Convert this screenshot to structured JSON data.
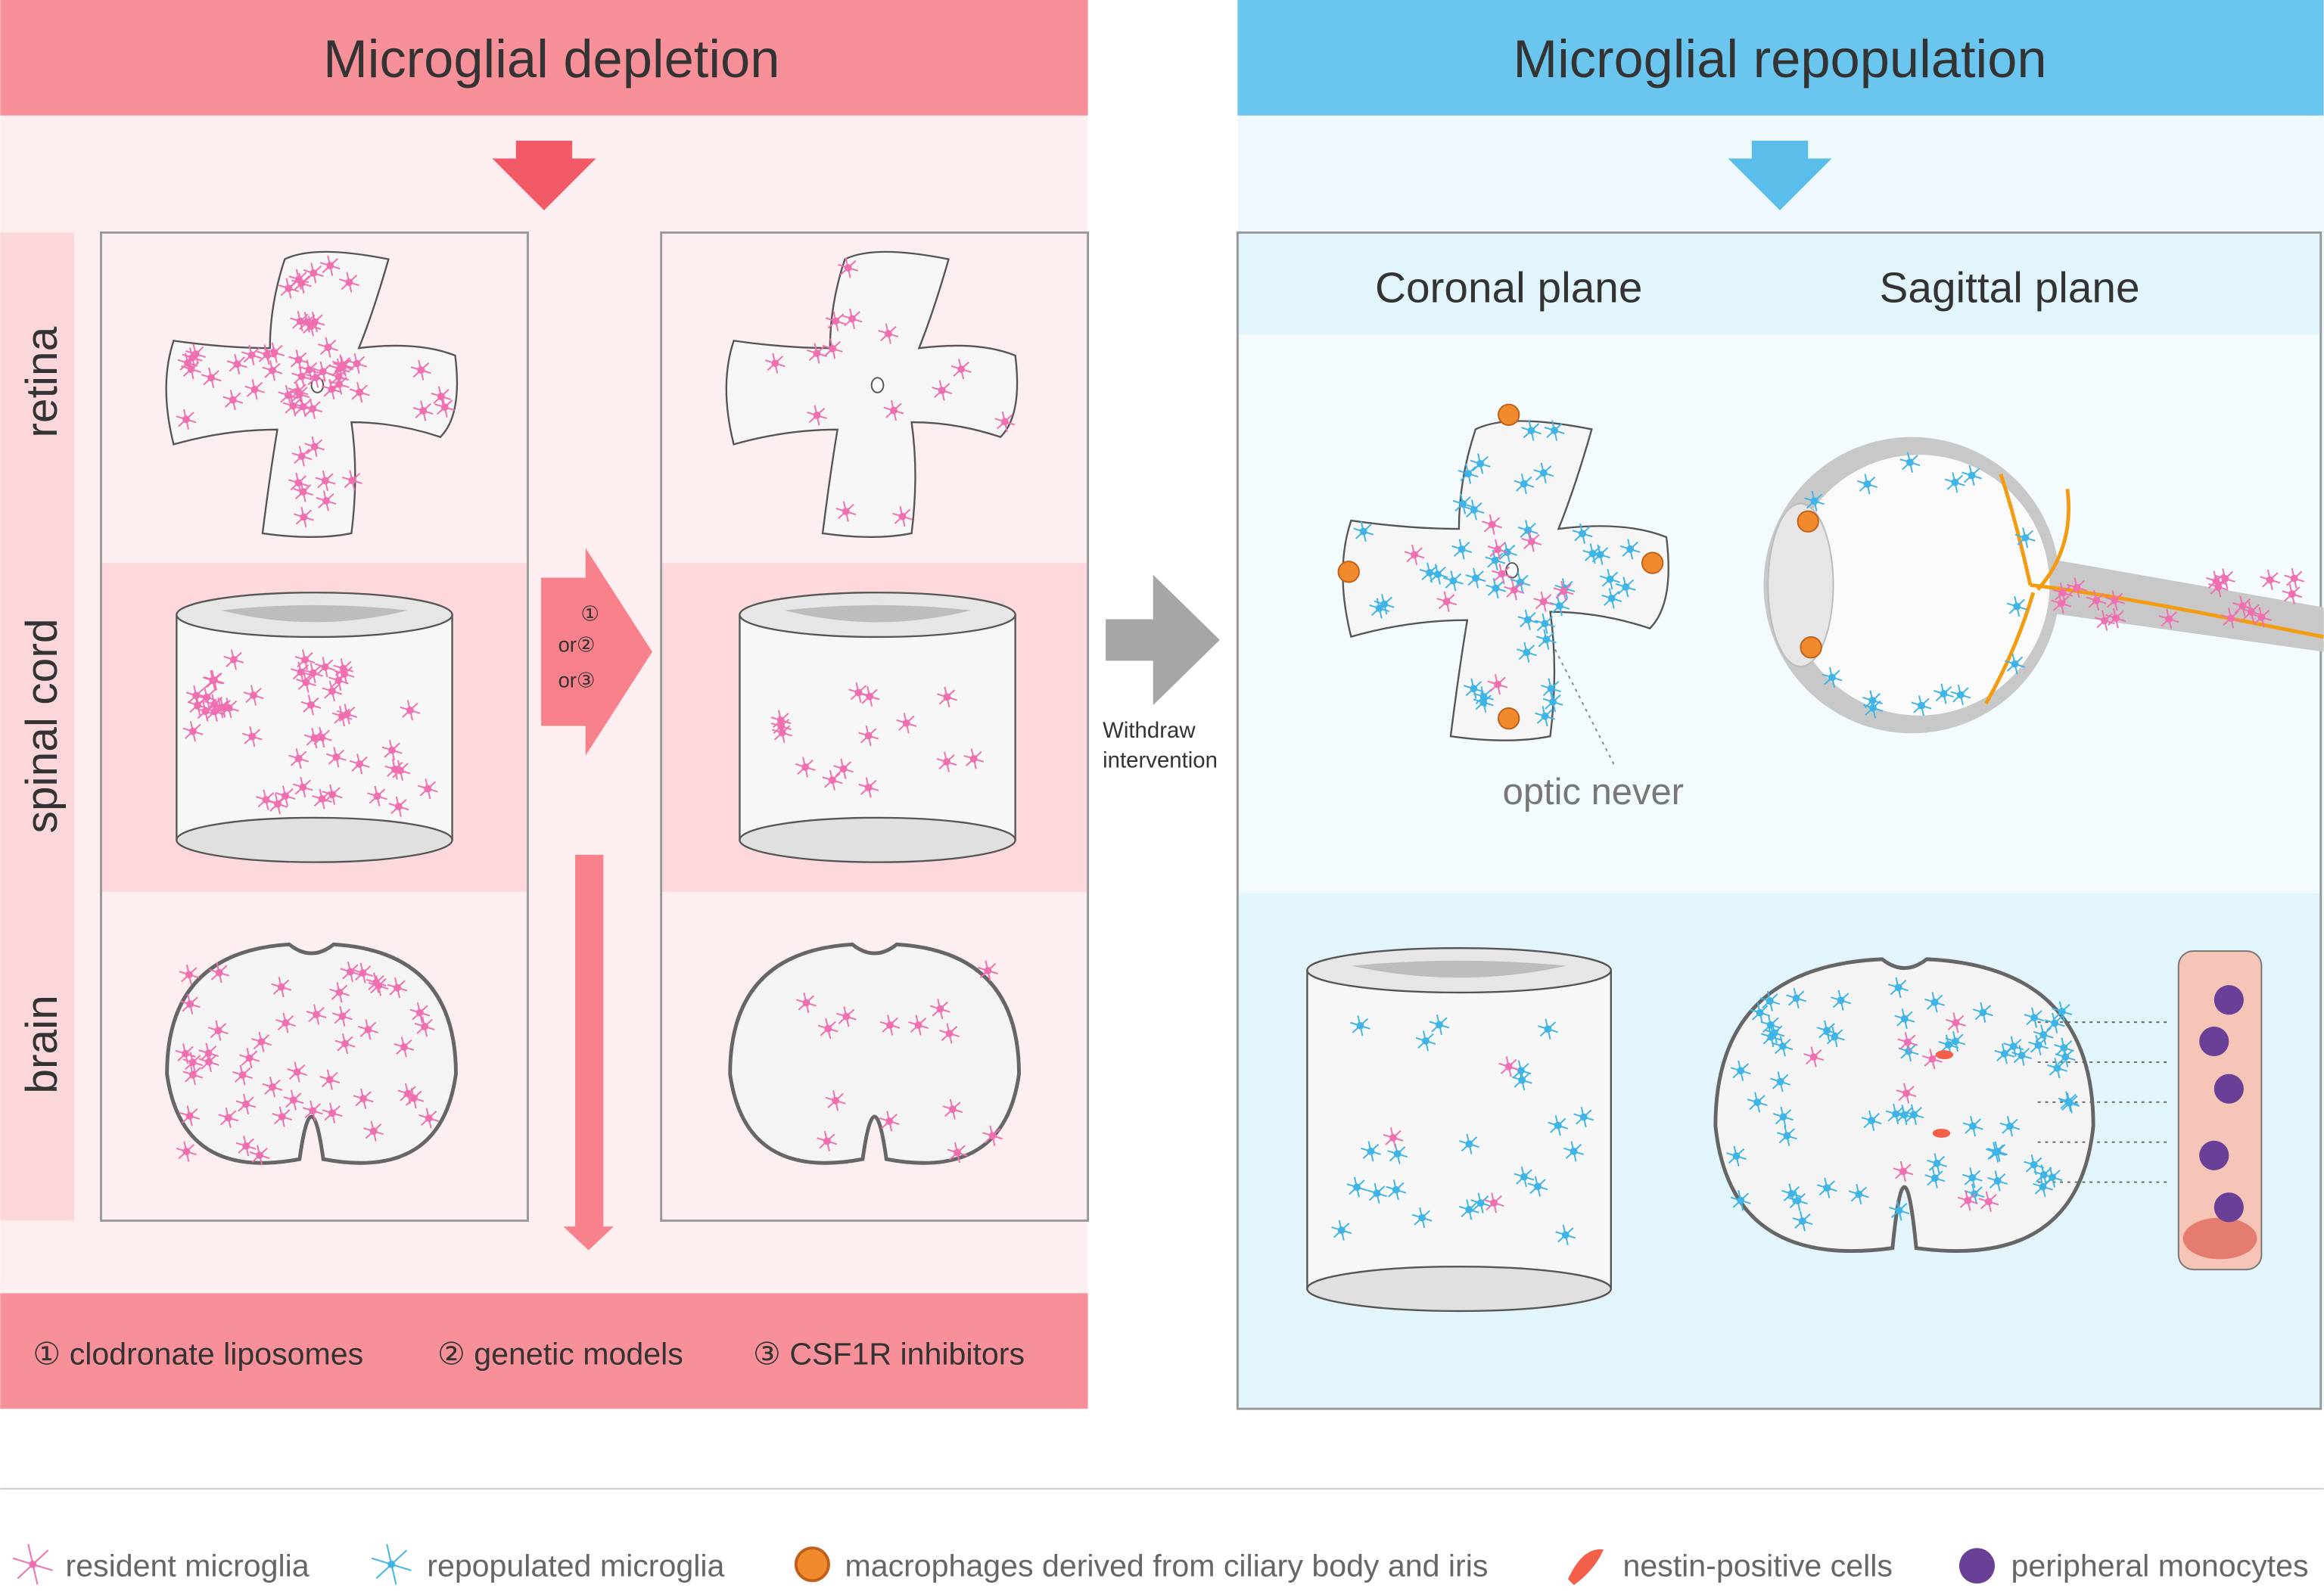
{
  "left": {
    "title": "Microglial depletion",
    "row_labels": [
      "retina",
      "spinal cord",
      "brain"
    ],
    "arrow_options": [
      "①",
      "or②",
      "or③"
    ],
    "methods": [
      "① clodronate liposomes",
      "② genetic models",
      "③ CSF1R inhibitors"
    ]
  },
  "middle": {
    "withdraw_line1": "Withdraw",
    "withdraw_line2": "intervention"
  },
  "right": {
    "title": "Microglial repopulation",
    "coronal": "Coronal plane",
    "sagittal": "Sagittal plane",
    "optic_label": "optic never"
  },
  "legend": [
    {
      "label": "resident microglia",
      "icon": "resident-microglia-icon",
      "color": "#f06fb0"
    },
    {
      "label": "repopulated microglia",
      "icon": "repopulated-microglia-icon",
      "color": "#3fb4e6"
    },
    {
      "label": "macrophages derived from ciliary body and iris",
      "icon": "macrophage-icon",
      "color": "#f08a2c"
    },
    {
      "label": "nestin-positive cells",
      "icon": "nestin-cell-icon",
      "color": "#f2604a"
    },
    {
      "label": "peripheral monocytes",
      "icon": "monocyte-icon",
      "color": "#6a3f98"
    }
  ],
  "colors": {
    "depletion": "#f8909a",
    "repopulation": "#6ac6ee",
    "arrow_gray": "#a6a6a6"
  }
}
